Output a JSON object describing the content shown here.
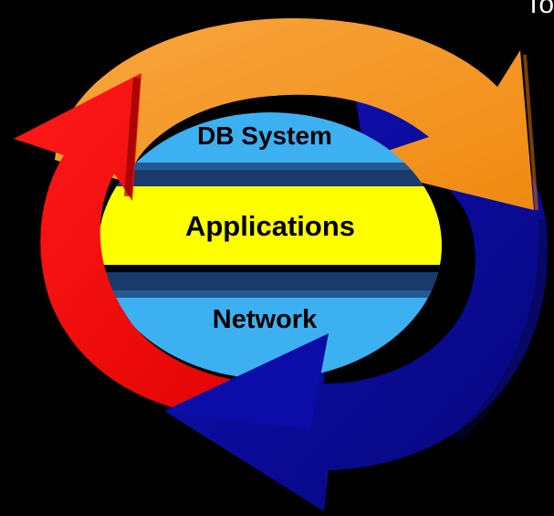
{
  "diagram": {
    "labels": {
      "top": "DB System",
      "middle": "Applications",
      "bottom": "Network"
    },
    "corner_fragment": "To"
  },
  "colors": {
    "background": "#000000",
    "orange_arrow": "#f7941d",
    "red_arrow": "#ff0000",
    "blue_arrow": "#0a0a9e",
    "center_circle": "#3db0f2",
    "applications_band": "#ffff00",
    "band_shadow": "#1a3a6b"
  }
}
